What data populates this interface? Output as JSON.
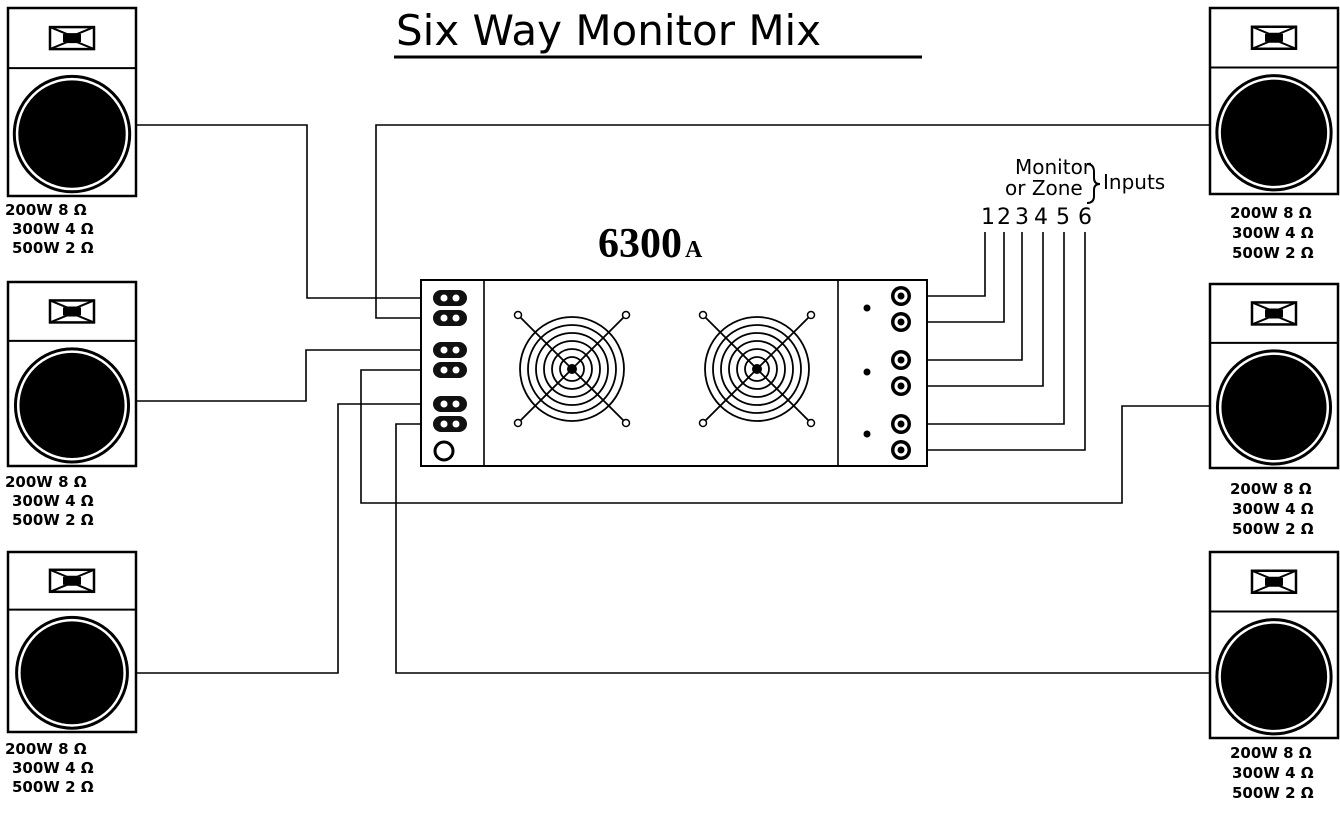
{
  "title": "Six Way Monitor Mix",
  "amplifier": {
    "model": "6300",
    "suffix": "A"
  },
  "inputs": {
    "line1": "Monitor",
    "line2": "or Zone",
    "label": "Inputs",
    "numbers": [
      "1",
      "2",
      "3",
      "4",
      "5",
      "6"
    ]
  },
  "speakers": [
    {
      "id": "left-1",
      "ratings": [
        "200W 8 Ω",
        "300W 4 Ω",
        "500W 2 Ω"
      ]
    },
    {
      "id": "left-2",
      "ratings": [
        "200W 8 Ω",
        "300W 4 Ω",
        "500W 2 Ω"
      ]
    },
    {
      "id": "left-3",
      "ratings": [
        "200W 8 Ω",
        "300W 4 Ω",
        "500W 2 Ω"
      ]
    },
    {
      "id": "right-1",
      "ratings": [
        "200W 8 Ω",
        "300W 4 Ω",
        "500W 2 Ω"
      ]
    },
    {
      "id": "right-2",
      "ratings": [
        "200W 8 Ω",
        "300W 4 Ω",
        "500W 2 Ω"
      ]
    },
    {
      "id": "right-3",
      "ratings": [
        "200W 8 Ω",
        "300W 4 Ω",
        "500W 2 Ω"
      ]
    }
  ]
}
